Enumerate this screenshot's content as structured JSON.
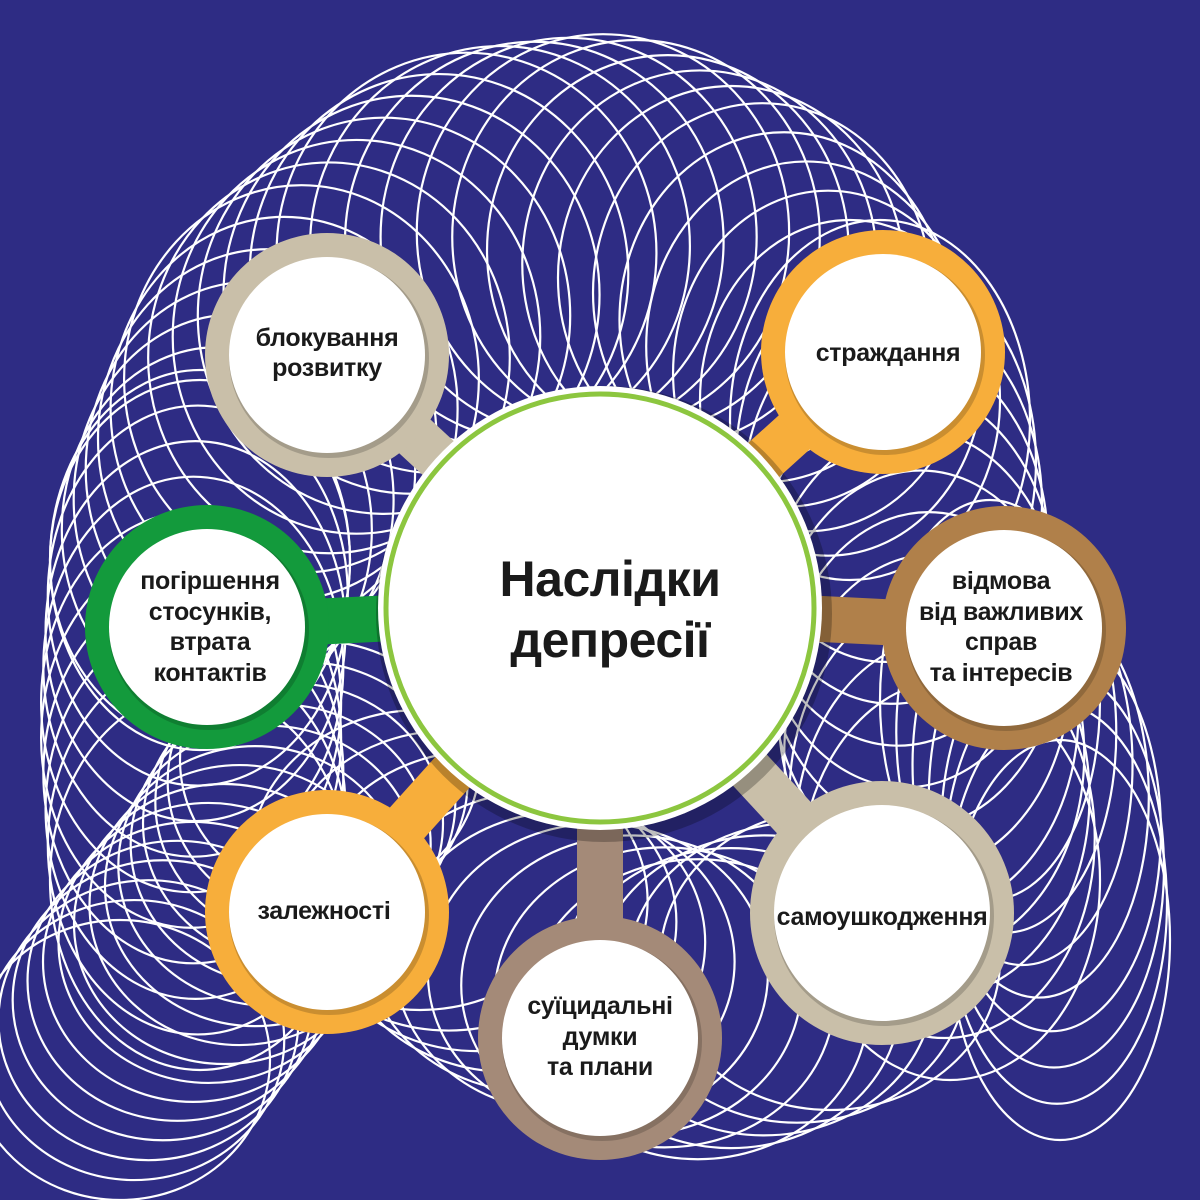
{
  "colors": {
    "background": "#2e2c84",
    "line_art": "#ffffff",
    "center_ring": "#8cc63f"
  },
  "center": {
    "label": "Наслідки\nдепресії"
  },
  "nodes": [
    {
      "id": "blocking",
      "label": "блокування\nрозвитку",
      "color": "#c9bfa9"
    },
    {
      "id": "suffering",
      "label": "страждання",
      "color": "#f7ae3b"
    },
    {
      "id": "refusal",
      "label": "відмова\nвід важливих\nсправ\nта інтересів",
      "color": "#b0804a"
    },
    {
      "id": "selfharm",
      "label": "самоушкодження",
      "color": "#c9bfa9"
    },
    {
      "id": "suicidal",
      "label": "суїцидальні\nдумки\nта плани",
      "color": "#a48a78"
    },
    {
      "id": "addictions",
      "label": "залежності",
      "color": "#f7ae3b"
    },
    {
      "id": "relations",
      "label": "погіршення\nстосунків,\nвтрата\nконтактів",
      "color": "#139a3c"
    }
  ]
}
